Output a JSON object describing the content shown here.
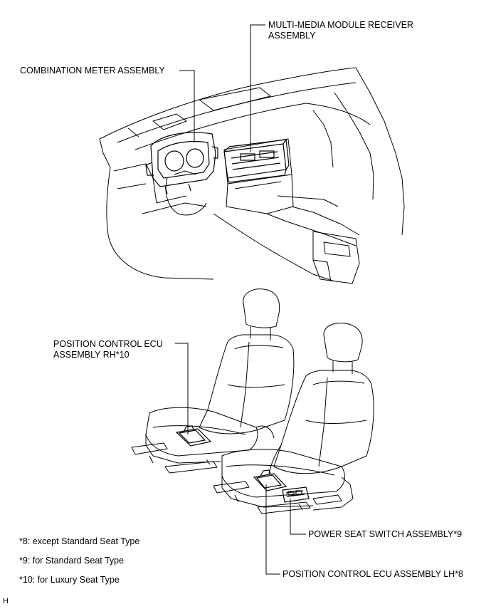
{
  "labels": {
    "multimedia_line1": "MULTI-MEDIA MODULE RECEIVER",
    "multimedia_line2": "ASSEMBLY",
    "combination_meter": "COMBINATION METER ASSEMBLY",
    "ecu_rh_line1": "POSITION CONTROL ECU",
    "ecu_rh_line2": "ASSEMBLY RH*10",
    "power_seat_switch": "POWER SEAT SWITCH ASSEMBLY*9",
    "ecu_lh": "POSITION CONTROL ECU ASSEMBLY LH*8"
  },
  "notes": [
    "*8: except Standard Seat Type",
    "*9: for Standard Seat Type",
    "*10: for Luxury Seat Type"
  ],
  "corner_mark": "H"
}
